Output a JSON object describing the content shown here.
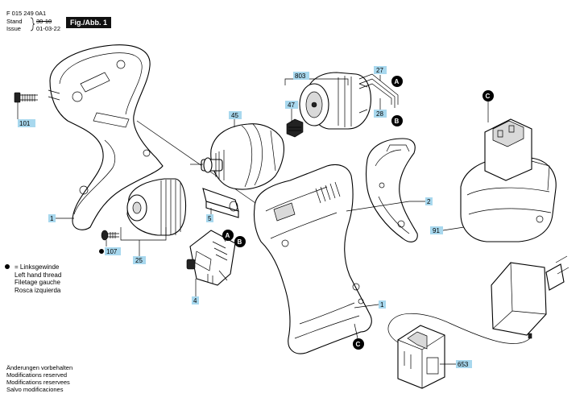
{
  "header": {
    "doc_number": "F 015 249 0A1",
    "stand_label": "Stand",
    "issue_label": "Issue",
    "stand_value": "30-10",
    "issue_value": "01-03-22",
    "figure_label": "Fig./Abb. 1"
  },
  "legend": {
    "lines": [
      "= Linksgewinde",
      "Left hand thread",
      "Filetage gauche",
      "Rosca izquierda"
    ]
  },
  "footer": {
    "lines": [
      "Änderungen vorbehalten",
      "Modifications reserved",
      "Modifications reservees",
      "Salvo modificaciones"
    ]
  },
  "part_labels": {
    "p1_housing_left": "1",
    "p1_housing_right": "1",
    "p2": "2",
    "p4": "4",
    "p5": "5",
    "p25": "25",
    "p27": "27",
    "p28": "28",
    "p45": "45",
    "p47": "47",
    "p91": "91",
    "p101": "101",
    "p107": "107",
    "p653": "653",
    "p803": "803"
  },
  "connectors": {
    "A_motor": "A",
    "B_motor": "B",
    "A_switch": "A",
    "B_switch": "B",
    "C_battery": "C",
    "C_handle": "C"
  },
  "colors": {
    "label_fill": "#a8d8ee",
    "ink": "#000000"
  }
}
